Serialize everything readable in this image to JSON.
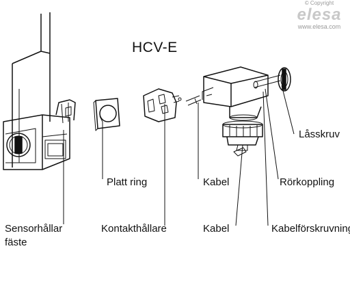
{
  "title": "HCV-E",
  "brand": {
    "copyright": "© Copyright",
    "logo": "elesa",
    "url": "www.elesa.com"
  },
  "labels": {
    "sensor_holder": [
      "Sensorhållar",
      "fäste"
    ],
    "flat_ring": "Platt ring",
    "contact_holder": "Kontakthållare",
    "cable_top": "Kabel",
    "cable_bottom": "Kabel",
    "pipe_coupling": "Rörkoppling",
    "cable_gland": "Kabelförskruvning",
    "lock_screw": "Låsskruv"
  },
  "colors": {
    "line": "#111111",
    "brand_grey": "#c8c8c8"
  }
}
